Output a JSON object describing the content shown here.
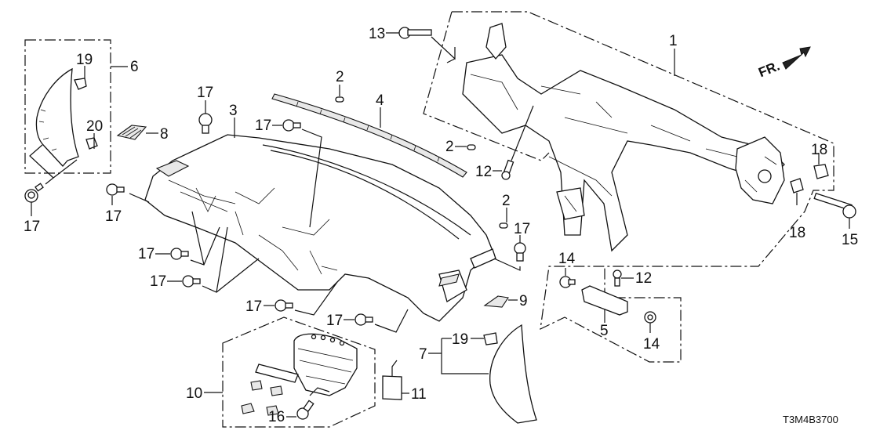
{
  "diagram": {
    "title": "Instrument Panel Parts Diagram",
    "diagram_code": "T3M4B3700",
    "direction_indicator": "FR.",
    "callouts": [
      {
        "id": "c1",
        "label": "1"
      },
      {
        "id": "c2a",
        "label": "2"
      },
      {
        "id": "c2b",
        "label": "2"
      },
      {
        "id": "c2c",
        "label": "2"
      },
      {
        "id": "c3",
        "label": "3"
      },
      {
        "id": "c4",
        "label": "4"
      },
      {
        "id": "c5",
        "label": "5"
      },
      {
        "id": "c6",
        "label": "6"
      },
      {
        "id": "c7",
        "label": "7"
      },
      {
        "id": "c8",
        "label": "8"
      },
      {
        "id": "c9",
        "label": "9"
      },
      {
        "id": "c10",
        "label": "10"
      },
      {
        "id": "c11",
        "label": "11"
      },
      {
        "id": "c12a",
        "label": "12"
      },
      {
        "id": "c12b",
        "label": "12"
      },
      {
        "id": "c13",
        "label": "13"
      },
      {
        "id": "c14a",
        "label": "14"
      },
      {
        "id": "c14b",
        "label": "14"
      },
      {
        "id": "c15",
        "label": "15"
      },
      {
        "id": "c16",
        "label": "16"
      },
      {
        "id": "c17a",
        "label": "17"
      },
      {
        "id": "c17b",
        "label": "17"
      },
      {
        "id": "c17c",
        "label": "17"
      },
      {
        "id": "c17d",
        "label": "17"
      },
      {
        "id": "c17e",
        "label": "17"
      },
      {
        "id": "c17f",
        "label": "17"
      },
      {
        "id": "c17g",
        "label": "17"
      },
      {
        "id": "c17h",
        "label": "17"
      },
      {
        "id": "c17i",
        "label": "17"
      },
      {
        "id": "c18a",
        "label": "18"
      },
      {
        "id": "c18b",
        "label": "18"
      },
      {
        "id": "c19a",
        "label": "19"
      },
      {
        "id": "c19b",
        "label": "19"
      },
      {
        "id": "c20",
        "label": "20"
      }
    ]
  }
}
